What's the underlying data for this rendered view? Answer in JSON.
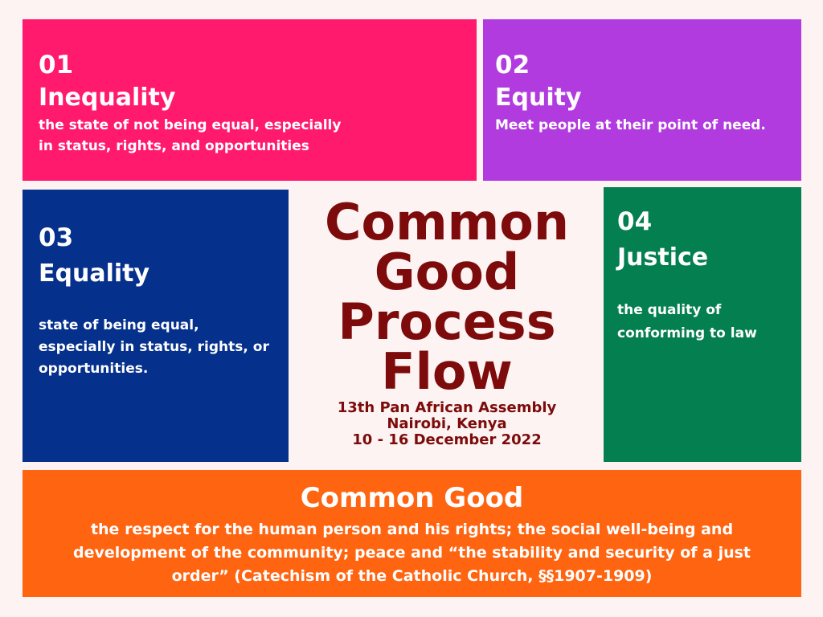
{
  "cards": {
    "inequality": {
      "number": "01",
      "title": "Inequality",
      "description": "the state of not being equal, especially in status, rights, and opportunities",
      "color": "#ff1a6e"
    },
    "equity": {
      "number": "02",
      "title": "Equity",
      "description": "Meet people at their point of need.",
      "color": "#b23be0"
    },
    "equality": {
      "number": "03",
      "title": "Equality",
      "description": "state of being equal, especially in status, rights, or opportunities.",
      "color": "#05308c"
    },
    "justice": {
      "number": "04",
      "title": "Justice",
      "description": "the quality of conforming to law",
      "color": "#047f4f"
    }
  },
  "center": {
    "title": "Common Good Process Flow",
    "event": "13th Pan African Assembly",
    "location": "Nairobi, Kenya",
    "dates": "10 - 16 December 2022",
    "color": "#7d0b0b"
  },
  "footer": {
    "title": "Common Good",
    "description": "the respect for the human person and his rights; the social well-being and development of the community; peace and “the stability and security of a just order” (Catechism of the Catholic Church, §§1907-1909)",
    "color": "#ff6411"
  },
  "background_color": "#fcf3f2"
}
